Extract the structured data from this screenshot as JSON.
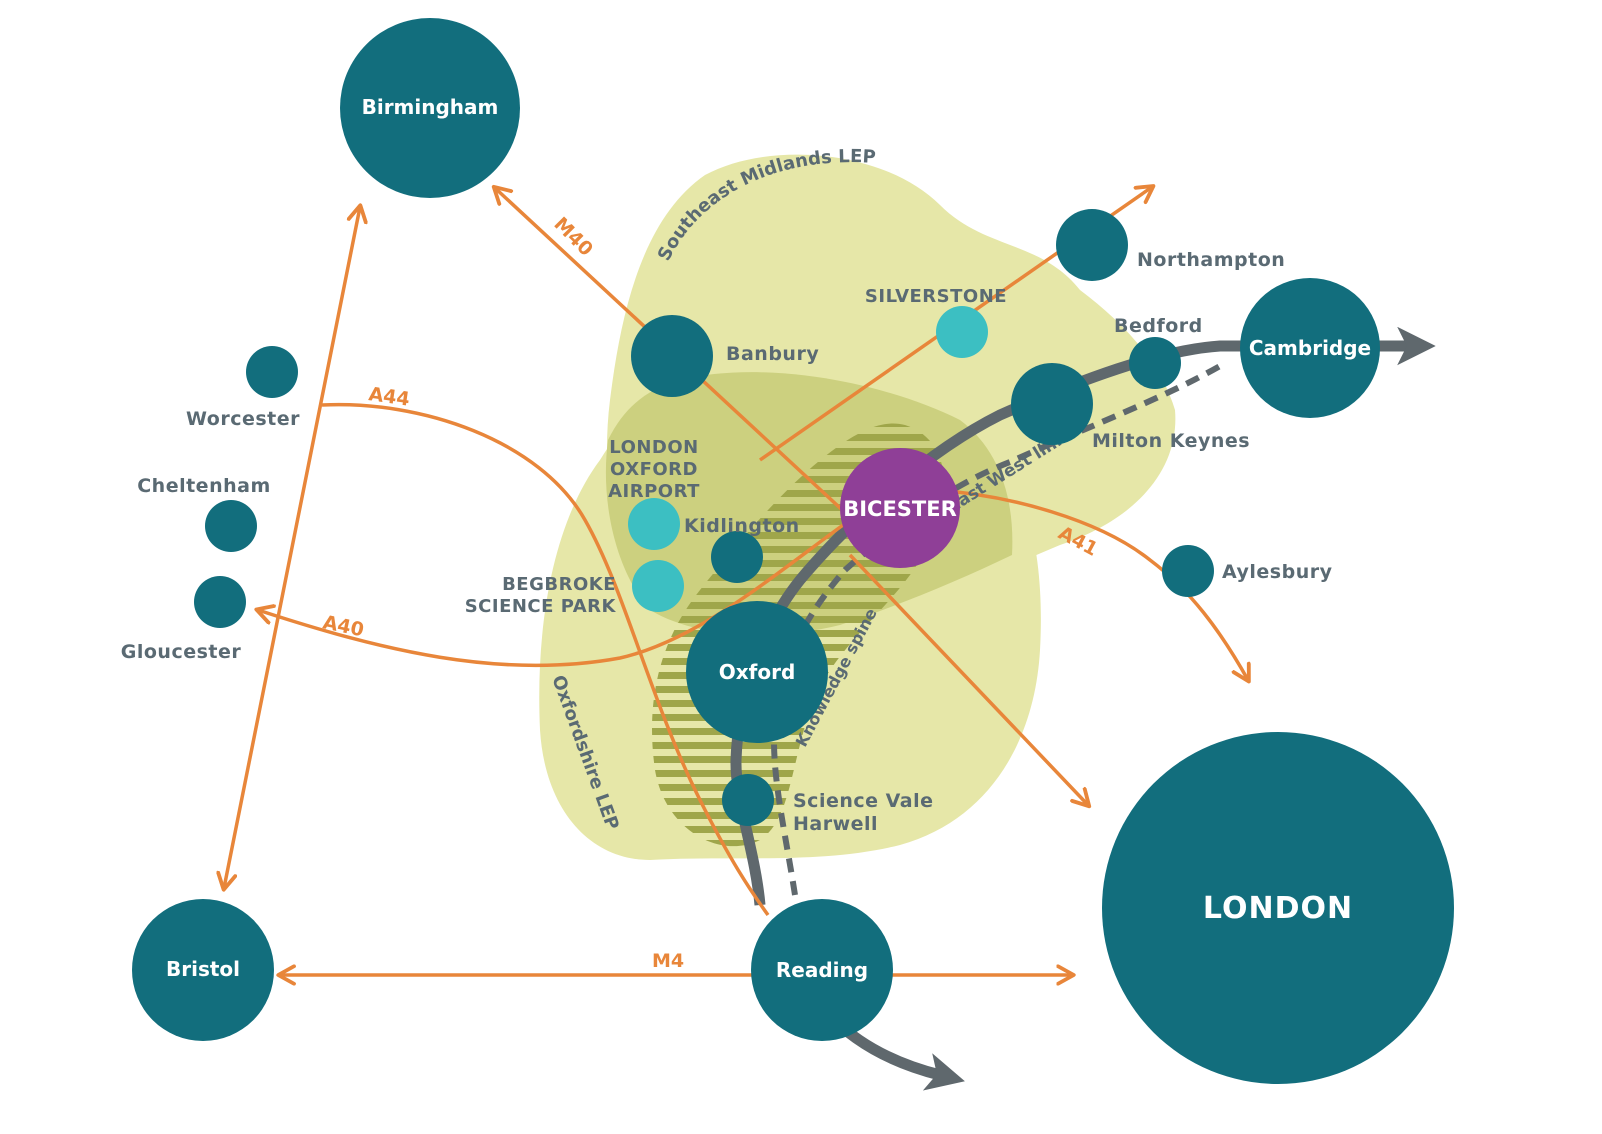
{
  "colors": {
    "city": "#126e7d",
    "poi": "#3cbfc2",
    "highlight": "#8f3f97",
    "road": "#e8863a",
    "rail": "#5f686d",
    "lep_light": "#e6e7a8",
    "lep_dark": "#ccd07f",
    "stripe": "#9fa64a"
  },
  "cities": {
    "birmingham": "Birmingham",
    "worcester": "Worcester",
    "cheltenham": "Cheltenham",
    "gloucester": "Gloucester",
    "bristol": "Bristol",
    "banbury": "Banbury",
    "kidlington": "Kidlington",
    "oxford": "Oxford",
    "science_vale": "Science Vale",
    "harwell": "Harwell",
    "reading": "Reading",
    "bicester": "BICESTER",
    "northampton": "Northampton",
    "bedford": "Bedford",
    "cambridge": "Cambridge",
    "milton_keynes": "Milton Keynes",
    "aylesbury": "Aylesbury",
    "london": "LONDON"
  },
  "pois": {
    "silverstone": "SILVERSTONE",
    "airport_line1": "LONDON",
    "airport_line2": "OXFORD",
    "airport_line3": "AIRPORT",
    "begbroke_line1": "BEGBROKE",
    "begbroke_line2": "SCIENCE PARK"
  },
  "roads": {
    "m40": "M40",
    "a44": "A44",
    "a40": "A40",
    "a41": "A41",
    "m4": "M4"
  },
  "regions": {
    "southeast_midlands": "Southeast Midlands LEP",
    "oxfordshire": "Oxfordshire LEP",
    "east_west_link": "East West link",
    "knowledge_spine": "Knowledge spine"
  }
}
